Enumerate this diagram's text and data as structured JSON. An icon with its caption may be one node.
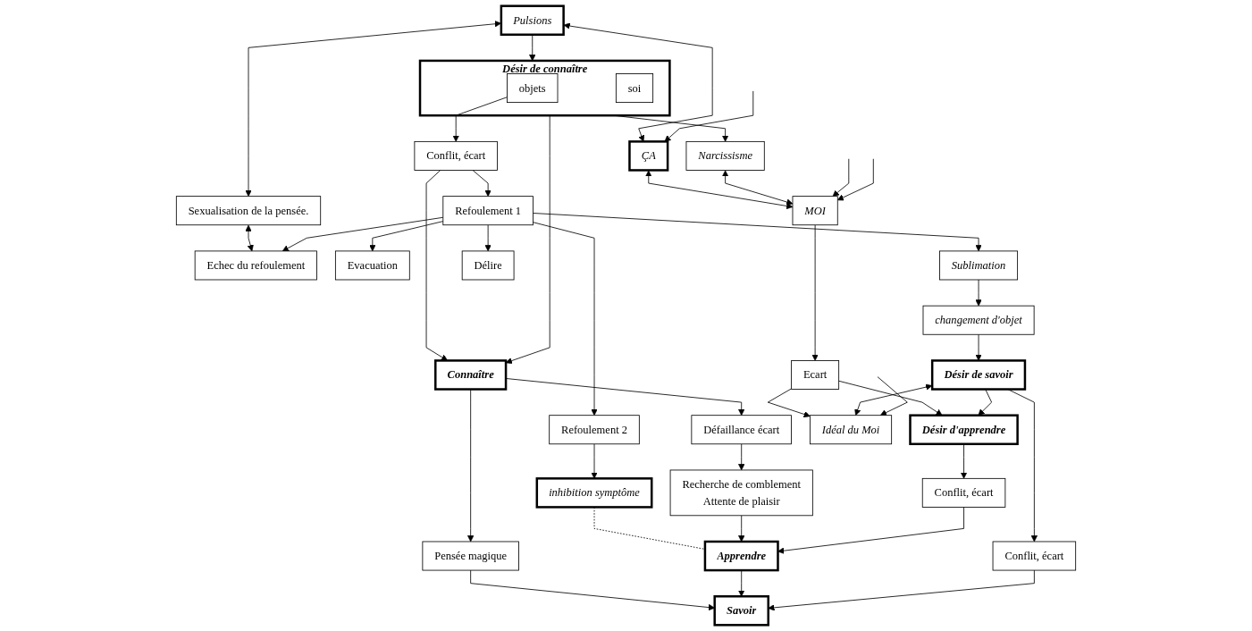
{
  "diagram": {
    "nodes": [
      {
        "text": [
          "Désir de connaître"
        ]
      },
      {
        "text": [
          "objets"
        ],
        "in": 0
      },
      {
        "text": [
          "soi"
        ],
        "in": 0
      },
      {
        "text": [
          "Pulsions"
        ]
      },
      {
        "text": [
          "ÇA"
        ]
      },
      {
        "text": [
          "Connaître"
        ]
      },
      {
        "text": [
          "Conflit, écart"
        ]
      },
      {
        "text": [
          "Sexualisation de la pensée."
        ]
      },
      {
        "text": [
          "Refoulement 1"
        ]
      },
      {
        "text": [
          "Echec du refoulement"
        ]
      },
      {
        "text": [
          "Evacuation"
        ]
      },
      {
        "text": [
          "Refoulement 2"
        ]
      },
      {
        "text": [
          "Sublimation"
        ]
      },
      {
        "text": [
          "Délire"
        ]
      },
      {
        "text": [
          "Narcissisme"
        ]
      },
      {
        "text": [
          "MOI"
        ]
      },
      {
        "text": [
          "Défaillance écart"
        ]
      },
      {
        "text": [
          "inhibition symptôme"
        ]
      },
      {
        "text": [
          "changement d'objet"
        ]
      },
      {
        "text": [
          "Pensée magique"
        ]
      },
      {
        "text": [
          "Recherche de comblement",
          "Attente de plaisir"
        ]
      },
      {
        "text": [
          "Apprendre"
        ]
      },
      {
        "text": [
          "Conflit, écart"
        ]
      },
      {
        "text": [
          "Désir d'apprendre"
        ]
      },
      {
        "text": [
          "Ecart"
        ]
      },
      {
        "text": [
          "Savoir"
        ]
      },
      {
        "text": [
          "Conflit, écart"
        ]
      },
      {
        "text": [
          "Désir de savoir"
        ]
      },
      {
        "text": [
          "Idéal du Moi"
        ]
      }
    ],
    "edges": [
      {
        "from": 3,
        "to": 0,
        "arrow": "to"
      },
      {
        "from": 3,
        "to": 4,
        "arrow": "both"
      },
      {
        "from": null,
        "to": 4,
        "arrow": "to"
      },
      {
        "from": 0,
        "to": 5,
        "arrow": "to"
      },
      {
        "from": 1,
        "to": 6,
        "arrow": "to"
      },
      {
        "from": 0,
        "to": 14,
        "arrow": "to"
      },
      {
        "from": 3,
        "to": 7,
        "arrow": "both"
      },
      {
        "from": 7,
        "to": 9,
        "arrow": "both"
      },
      {
        "from": 6,
        "to": 5,
        "arrow": "to"
      },
      {
        "from": 6,
        "to": 8,
        "arrow": "to"
      },
      {
        "from": 8,
        "to": 9,
        "arrow": "to"
      },
      {
        "from": 8,
        "to": 10,
        "arrow": "to"
      },
      {
        "from": 8,
        "to": 11,
        "arrow": "to"
      },
      {
        "from": 8,
        "to": 12,
        "arrow": "to"
      },
      {
        "from": 8,
        "to": 13,
        "arrow": "to"
      },
      {
        "from": 4,
        "to": 15,
        "arrow": "both"
      },
      {
        "from": 5,
        "to": 16,
        "arrow": "to"
      },
      {
        "from": 5,
        "to": 19,
        "arrow": "to"
      },
      {
        "from": 11,
        "to": 17,
        "arrow": "to"
      },
      {
        "from": 12,
        "to": 18,
        "arrow": "to"
      },
      {
        "from": 18,
        "to": 27,
        "arrow": "to"
      },
      {
        "from": 14,
        "to": 15,
        "arrow": "both"
      },
      {
        "from": null,
        "to": 15,
        "arrow": "to"
      },
      {
        "from": null,
        "to": 15,
        "arrow": "to"
      },
      {
        "from": 17,
        "to": 21,
        "arrow": "none",
        "style": "dashed"
      },
      {
        "from": 16,
        "to": 20,
        "arrow": "to"
      },
      {
        "from": 20,
        "to": 21,
        "arrow": "to"
      },
      {
        "from": 22,
        "to": 21,
        "arrow": "to"
      },
      {
        "from": 23,
        "to": 22,
        "arrow": "to"
      },
      {
        "from": 24,
        "to": 23,
        "arrow": "to"
      },
      {
        "from": 15,
        "to": 24,
        "arrow": "to"
      },
      {
        "from": 24,
        "to": 28,
        "arrow": "to"
      },
      {
        "from": 19,
        "to": 25,
        "arrow": "to"
      },
      {
        "from": 21,
        "to": 25,
        "arrow": "to"
      },
      {
        "from": 26,
        "to": 25,
        "arrow": "to"
      },
      {
        "from": 27,
        "to": 26,
        "arrow": "to"
      },
      {
        "from": 27,
        "to": 23,
        "arrow": "to"
      },
      {
        "from": 27,
        "to": 28,
        "arrow": "both"
      },
      {
        "from": null,
        "to": 28,
        "arrow": "to"
      }
    ]
  }
}
